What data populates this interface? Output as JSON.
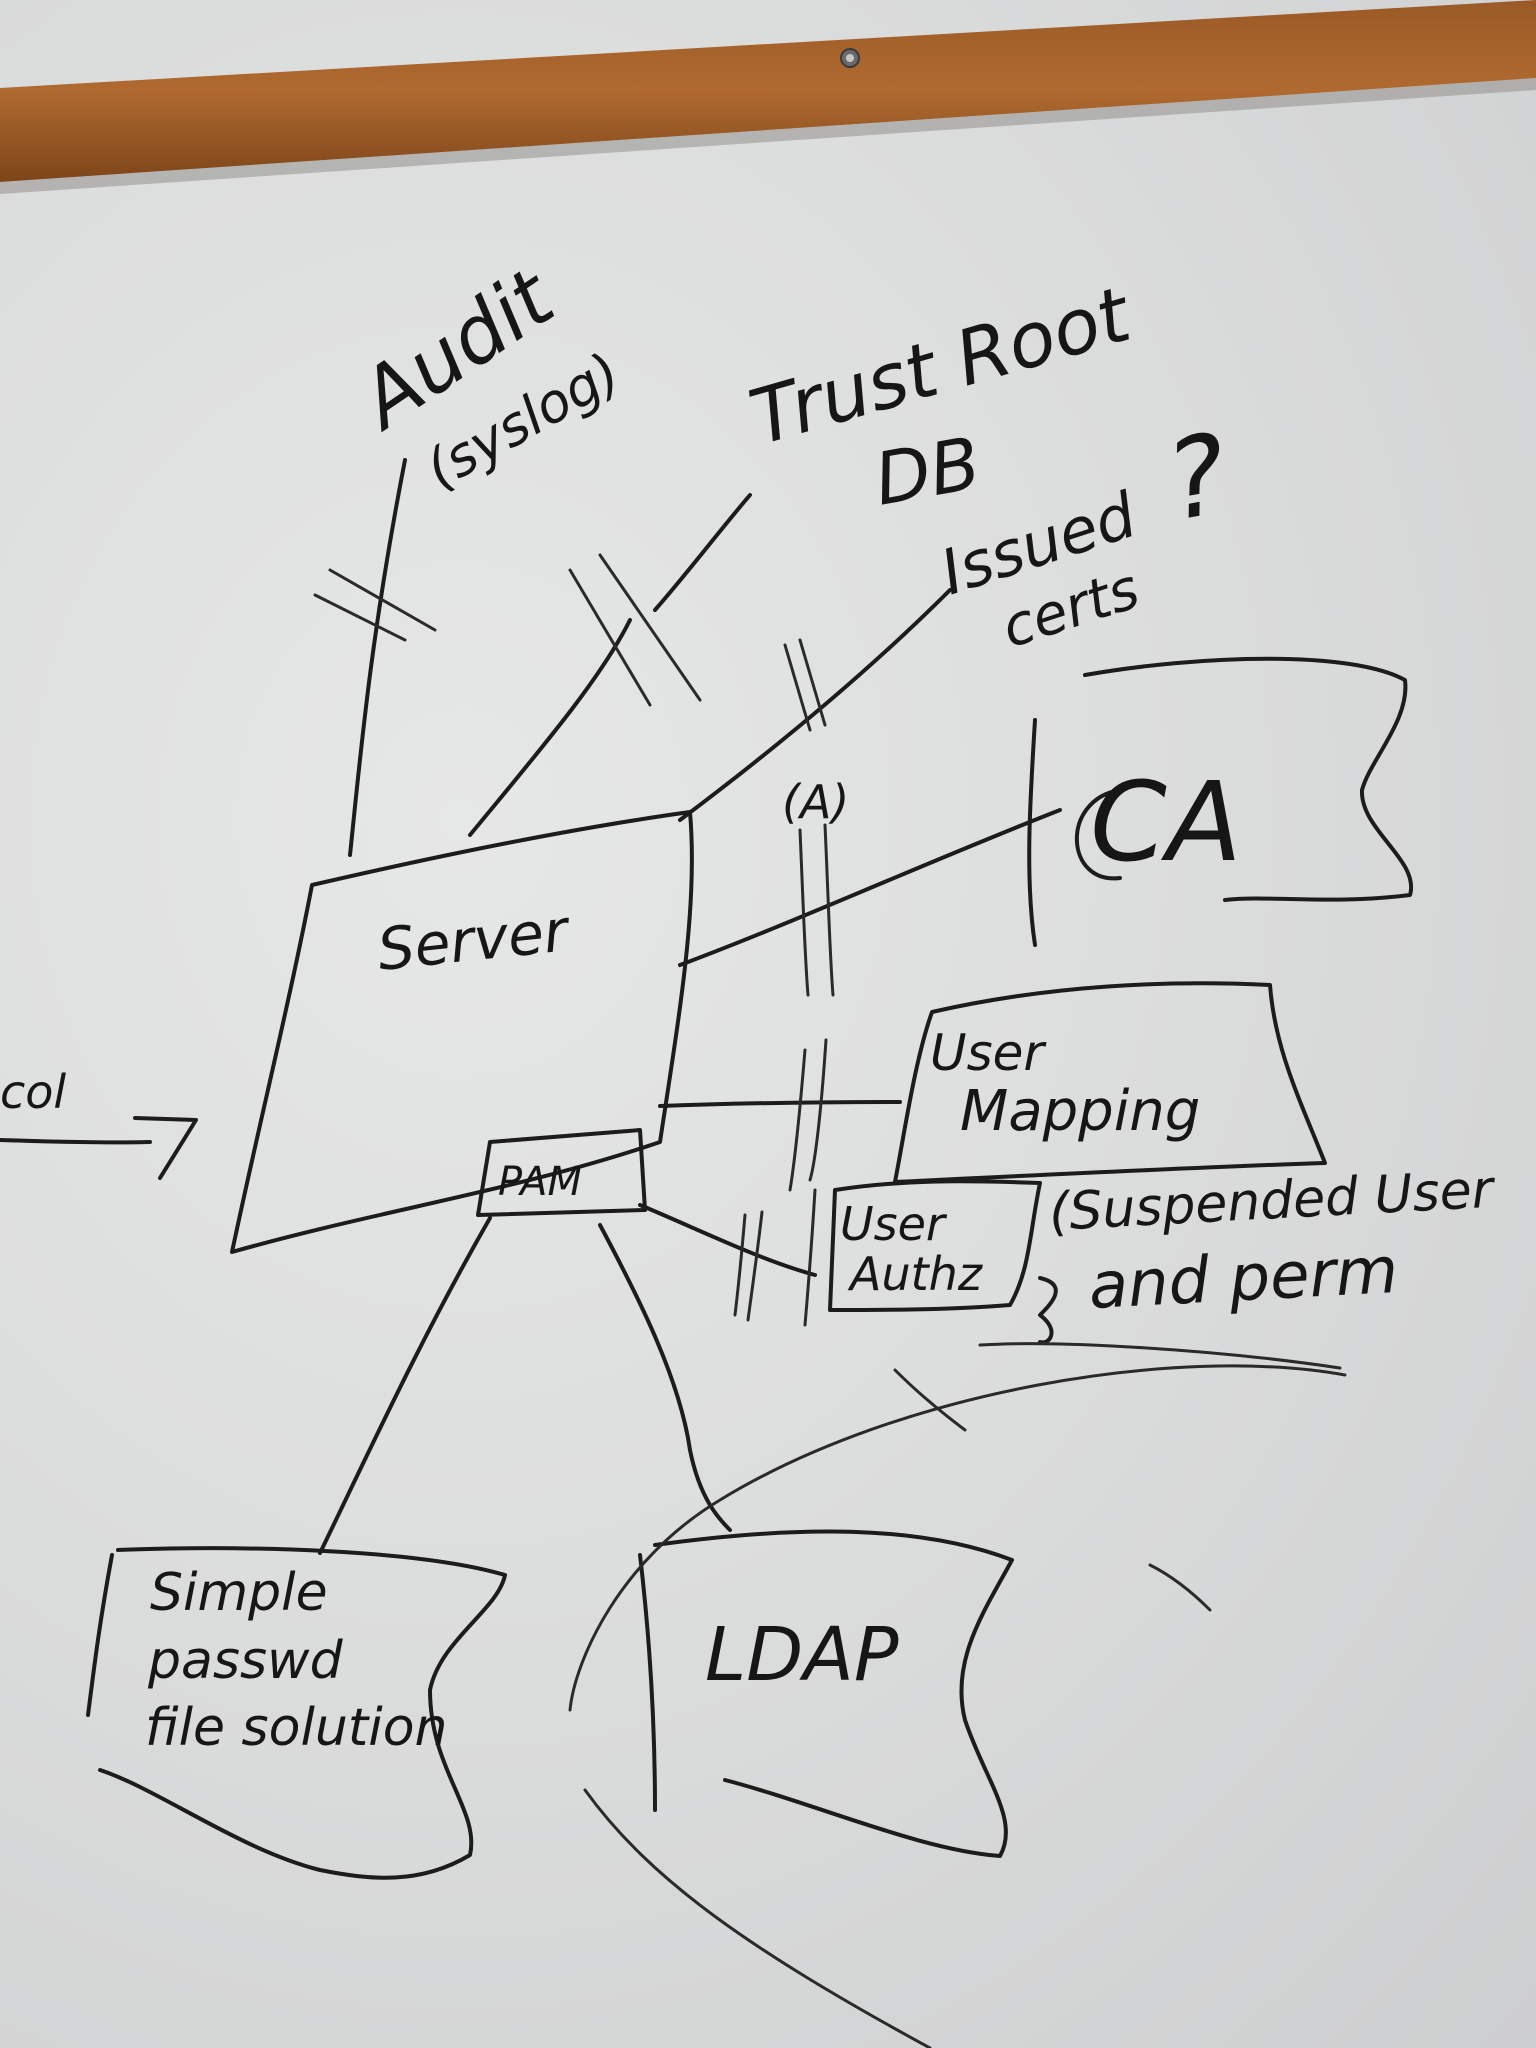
{
  "whiteboard": {
    "audit": "Audit",
    "audit_sub": "(syslog)",
    "trust_root": "Trust Root",
    "trust_db": "DB",
    "issued": "Issued",
    "certs": "certs",
    "question": "?",
    "ca_box": "CA",
    "ca_link": "(A)",
    "server": "Server",
    "pam": "PAM",
    "user_mapping_1": "User",
    "user_mapping_2": "Mapping",
    "user_authz_1": "User",
    "user_authz_2": "Authz",
    "suspended": "(Suspended User",
    "suspended_2": "and perm",
    "simple_1": "Simple",
    "simple_2": "passwd",
    "simple_3": "file solution",
    "lower_box": "LDAP",
    "left_edge": "col"
  }
}
